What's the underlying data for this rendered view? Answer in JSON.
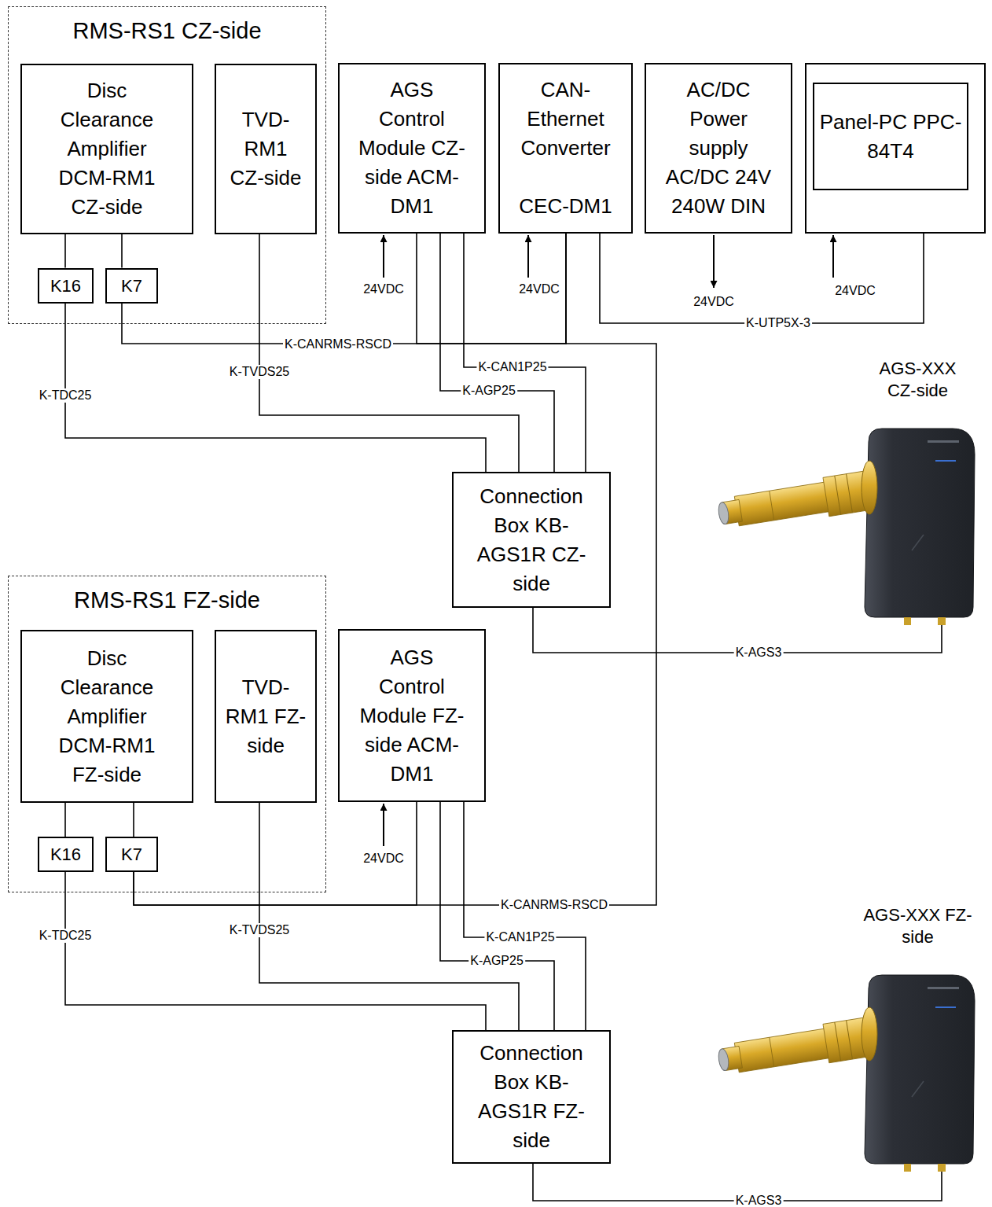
{
  "diagram": {
    "nodes": [
      {
        "text": [
          "RMS-RS1 CZ-side"
        ]
      },
      {
        "text": [
          "Disc Clearance Amplifier DCM-RM1 CZ-side"
        ],
        "in": 0
      },
      {
        "text": [
          "K16"
        ],
        "in": 0
      },
      {
        "text": [
          "K7"
        ],
        "in": 0
      },
      {
        "text": [
          "TVD-RM1 CZ-side"
        ],
        "in": 0
      },
      {
        "text": [
          "AGS Control Module CZ-side ACM-DM1"
        ]
      },
      {
        "text": [
          "CAN-Ethernet Converter",
          "CEC-DM1"
        ]
      },
      {
        "text": [
          "AC/DC Power supply AC/DC 24V 240W DIN"
        ]
      },
      {
        "text": [
          "Panel-PC PPC-84T4"
        ]
      },
      {
        "text": [
          "Connection Box KB-AGS1R CZ-side"
        ]
      },
      {
        "text": [
          "AGS-XXX CZ-side"
        ]
      },
      {
        "text": [
          "RMS-RS1 FZ-side"
        ]
      },
      {
        "text": [
          "Disc Clearance Amplifier DCM-RM1 FZ-side"
        ],
        "in": 11
      },
      {
        "text": [
          "K16"
        ],
        "in": 11
      },
      {
        "text": [
          "K7"
        ],
        "in": 11
      },
      {
        "text": [
          "TVD-RM1 FZ-side"
        ],
        "in": 11
      },
      {
        "text": [
          "AGS Control Module FZ-side ACM-DM1"
        ]
      },
      {
        "text": [
          "Connection Box KB-AGS1R FZ-side"
        ]
      },
      {
        "text": [
          "AGS-XXX FZ-side"
        ]
      }
    ],
    "edges": [
      {
        "from": 1,
        "to": 2,
        "arrow": "none"
      },
      {
        "from": 1,
        "to": 3,
        "arrow": "none"
      },
      {
        "from": 2,
        "to": 9,
        "label": "K-TDC25",
        "arrow": "none"
      },
      {
        "from": 4,
        "to": 9,
        "label": "K-TVDS25",
        "arrow": "none"
      },
      {
        "from": 3,
        "to": 6,
        "label": "K-CANRMS-RSCD",
        "arrow": "none"
      },
      {
        "from": 5,
        "to": 6,
        "arrow": "none"
      },
      {
        "from": 5,
        "to": 9,
        "label": "K-AGP25",
        "arrow": "none"
      },
      {
        "from": 5,
        "to": 9,
        "label": "K-CAN1P25",
        "arrow": "none"
      },
      {
        "from": 6,
        "to": 8,
        "label": "K-UTP5X-3",
        "arrow": "none"
      },
      {
        "from": 9,
        "to": 10,
        "label": "K-AGS3",
        "arrow": "none"
      },
      {
        "from": 12,
        "to": 13,
        "arrow": "none"
      },
      {
        "from": 12,
        "to": 14,
        "arrow": "none"
      },
      {
        "from": 13,
        "to": 17,
        "label": "K-TDC25",
        "arrow": "none"
      },
      {
        "from": 15,
        "to": 17,
        "label": "K-TVDS25",
        "arrow": "none"
      },
      {
        "from": 6,
        "to": 14,
        "label": "K-CANRMS-RSCD",
        "arrow": "none"
      },
      {
        "from": 16,
        "to": 14,
        "arrow": "none"
      },
      {
        "from": 16,
        "to": 17,
        "label": "K-AGP25",
        "arrow": "none"
      },
      {
        "from": 16,
        "to": 17,
        "label": "K-CAN1P25",
        "arrow": "none"
      },
      {
        "from": 17,
        "to": 18,
        "label": "K-AGS3",
        "arrow": "none"
      }
    ],
    "labels": [
      "24VDC",
      "24VDC",
      "24VDC",
      "24VDC",
      "24VDC"
    ]
  }
}
